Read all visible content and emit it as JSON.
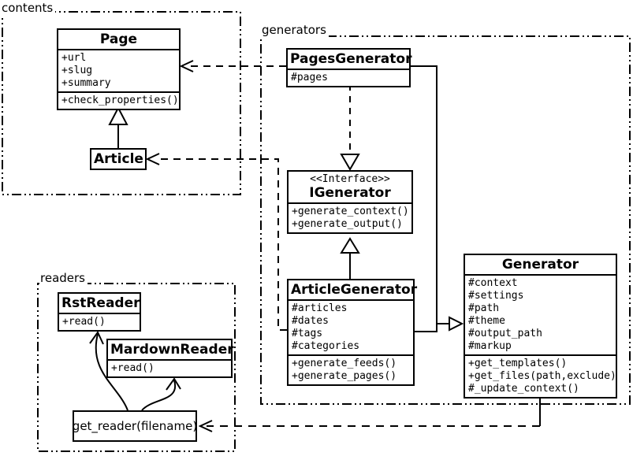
{
  "packages": {
    "contents": {
      "label": "contents"
    },
    "generators": {
      "label": "generators"
    },
    "readers": {
      "label": "readers"
    }
  },
  "classes": {
    "page": {
      "name": "Page",
      "attributes": [
        "+url",
        "+slug",
        "+summary"
      ],
      "methods": [
        "+check_properties()"
      ]
    },
    "article": {
      "name": "Article"
    },
    "pages_generator": {
      "name": "PagesGenerator",
      "attributes": [
        "#pages"
      ]
    },
    "igenerator": {
      "stereotype": "<<Interface>>",
      "name": "IGenerator",
      "methods": [
        "+generate_context()",
        "+generate_output()"
      ]
    },
    "article_generator": {
      "name": "ArticleGenerator",
      "attributes": [
        "#articles",
        "#dates",
        "#tags",
        "#categories"
      ],
      "methods": [
        "+generate_feeds()",
        "+generate_pages()"
      ]
    },
    "generator": {
      "name": "Generator",
      "attributes": [
        "#context",
        "#settings",
        "#path",
        "#theme",
        "#output_path",
        "#markup"
      ],
      "methods": [
        "+get_templates()",
        "+get_files(path,exclude)",
        "#_update_context()"
      ]
    },
    "rst_reader": {
      "name": "RstReader",
      "methods": [
        "+read()"
      ]
    },
    "mardown_reader": {
      "name": "MardownReader",
      "methods": [
        "+read()"
      ]
    },
    "get_reader": {
      "label": "get_reader(filename)"
    }
  },
  "relations": [
    {
      "from": "Article",
      "to": "Page",
      "type": "generalization"
    },
    {
      "from": "PagesGenerator",
      "to": "Page",
      "type": "dependency"
    },
    {
      "from": "ArticleGenerator",
      "to": "Article",
      "type": "dependency"
    },
    {
      "from": "PagesGenerator",
      "to": "IGenerator",
      "type": "realization"
    },
    {
      "from": "ArticleGenerator",
      "to": "IGenerator",
      "type": "generalization"
    },
    {
      "from": "PagesGenerator",
      "to": "Generator",
      "type": "generalization"
    },
    {
      "from": "ArticleGenerator",
      "to": "Generator",
      "type": "generalization"
    },
    {
      "from": "Generator",
      "to": "get_reader(filename)",
      "type": "dependency"
    },
    {
      "from": "get_reader(filename)",
      "to": "RstReader",
      "type": "call"
    },
    {
      "from": "get_reader(filename)",
      "to": "MardownReader",
      "type": "call"
    }
  ],
  "colors": {
    "line": "#000000",
    "background": "#ffffff"
  }
}
